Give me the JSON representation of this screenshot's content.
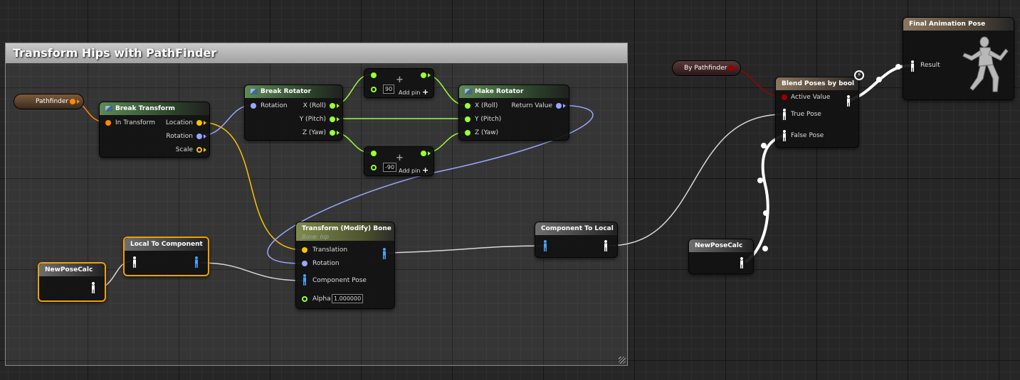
{
  "comment": {
    "title": "Transform Hips with PathFinder"
  },
  "vars": {
    "pathfinder": "Pathfinder",
    "by_pathfinder": "By Pathfinder"
  },
  "break_transform": {
    "title": "Break Transform",
    "in": "In Transform",
    "location": "Location",
    "rotation": "Rotation",
    "scale": "Scale"
  },
  "break_rotator": {
    "title": "Break Rotator",
    "rotation": "Rotation",
    "x": "X (Roll)",
    "y": "Y (Pitch)",
    "z": "Z (Yaw)"
  },
  "add_top": {
    "value": "90",
    "add_pin": "Add pin"
  },
  "add_bottom": {
    "value": "-90",
    "add_pin": "Add pin"
  },
  "make_rotator": {
    "title": "Make Rotator",
    "x": "X (Roll)",
    "y": "Y (Pitch)",
    "z": "Z (Yaw)",
    "return": "Return Value"
  },
  "transform_bone": {
    "title": "Transform (Modify) Bone",
    "subtitle": "Bone: hip",
    "translation": "Translation",
    "rotation": "Rotation",
    "component_pose": "Component Pose",
    "alpha": "Alpha",
    "alpha_value": "1.000000"
  },
  "local_to_component": {
    "title": "Local To Component"
  },
  "new_pose_left": {
    "title": "NewPoseCalc"
  },
  "component_to_local": {
    "title": "Component To Local"
  },
  "new_pose_right": {
    "title": "NewPoseCalc"
  },
  "blend": {
    "title": "Blend Poses by bool",
    "active": "Active Value",
    "true_pose": "True Pose",
    "false_pose": "False Pose"
  },
  "final": {
    "title": "Final Animation Pose",
    "result": "Result"
  },
  "colors": {
    "exec_wire": "#ffffff",
    "float_wire": "#9aff3c",
    "vector_wire": "#f8c400",
    "rotator_wire": "#9aa6ff",
    "transform_wire": "#ff8a00",
    "pose_wire": "#d8d8d8",
    "bool_wire": "#9b0000",
    "selection": "#f0a100"
  }
}
